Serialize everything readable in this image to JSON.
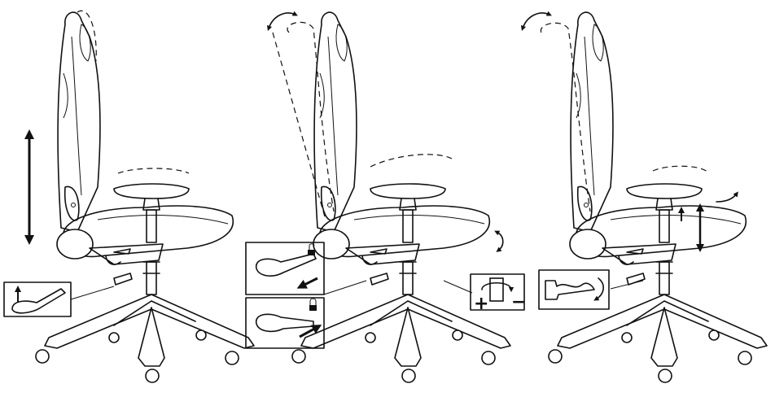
{
  "diagram": {
    "panels": [
      {
        "id": "height-adjust",
        "arrow": "vertical-double-arrow"
      },
      {
        "id": "recline-lock",
        "insets": [
          "unlock-icon",
          "lock-icon"
        ]
      },
      {
        "id": "armrest-adjust",
        "insets": [
          "tilt-lever-icon"
        ]
      }
    ],
    "tension_knob": {
      "plus_label": "+",
      "minus_label": "−"
    },
    "colors": {
      "line": "#111111",
      "background": "#ffffff"
    }
  }
}
